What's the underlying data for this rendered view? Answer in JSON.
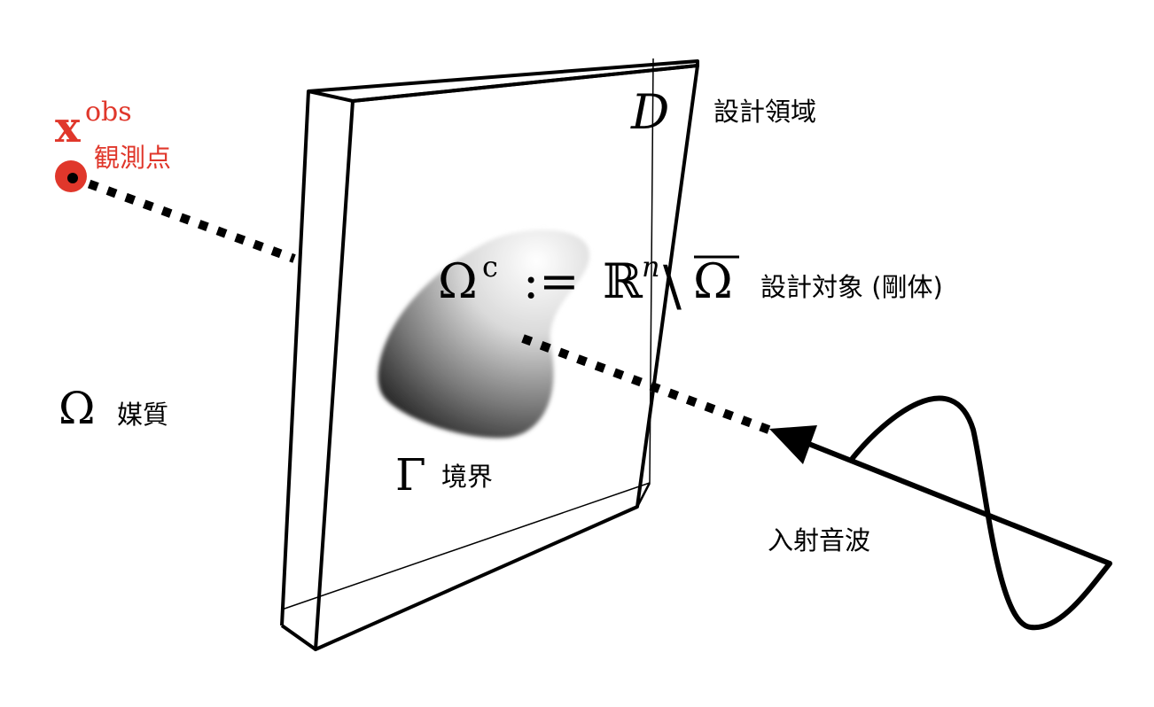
{
  "design_domain": {
    "symbol": "D",
    "label": "設計領域"
  },
  "observation_point": {
    "symbol": "x",
    "superscript": "obs",
    "label": "観測点",
    "color": "#e0372b"
  },
  "medium": {
    "symbol": "Ω",
    "label": "媒質"
  },
  "design_target": {
    "formula_lhs": "Ω",
    "formula_sup": "c",
    "formula_assign": ":=",
    "formula_space": "ℝ",
    "formula_space_sup": "n",
    "formula_setminus": "\\",
    "formula_closure": "Ω",
    "label": "設計対象 (剛体)"
  },
  "boundary": {
    "symbol": "Γ",
    "label": "境界"
  },
  "incident_wave": {
    "label": "入射音波"
  },
  "colors": {
    "ink": "#000000",
    "observation_accent": "#e0372b"
  }
}
